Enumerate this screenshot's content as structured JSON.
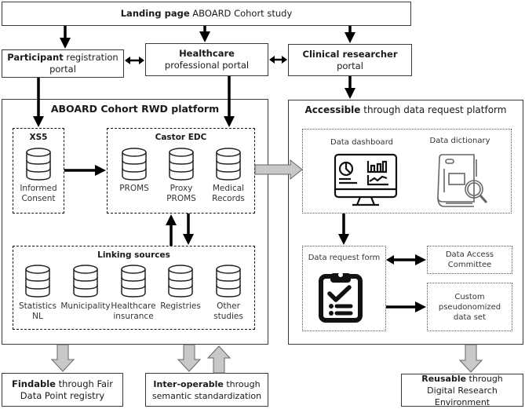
{
  "landing": {
    "bold": "Landing page",
    "text": " ABOARD Cohort study"
  },
  "portals": [
    {
      "bold": "Participant",
      "text": " registration portal"
    },
    {
      "bold": "Healthcare",
      "text": " professional portal"
    },
    {
      "bold": "Clinical researcher",
      "text": " portal"
    }
  ],
  "platform": {
    "title": "ABOARD Cohort RWD platform",
    "xs5": {
      "title": "XS5",
      "items": [
        "Informed Consent"
      ]
    },
    "castor": {
      "title": "Castor EDC",
      "items": [
        "PROMS",
        "Proxy PROMS",
        "Medical Records"
      ]
    },
    "linking": {
      "title": "Linking sources",
      "items": [
        "Statistics NL",
        "Municipality",
        "Healthcare insurance",
        "Registries",
        "Other studies"
      ]
    }
  },
  "accessible": {
    "bold": "Accessible",
    "text": " through data request platform",
    "dashboard_label": "Data dashboard",
    "dictionary_label": "Data dictionary",
    "request_form_label": "Data request form",
    "dac_label": "Data Access Committee",
    "custom_label": "Custom pseudonomized data set"
  },
  "fair": [
    {
      "bold": "Findable",
      "text": " through Fair Data Point registry"
    },
    {
      "bold": "Inter-operable",
      "text": " through semantic standardization"
    },
    {
      "bold": "Reusable",
      "text": " through Digital Research Environment"
    }
  ],
  "colors": {
    "gray_arrow_fill": "#c8c8c8",
    "gray_arrow_stroke": "#666666",
    "black": "#000000"
  }
}
